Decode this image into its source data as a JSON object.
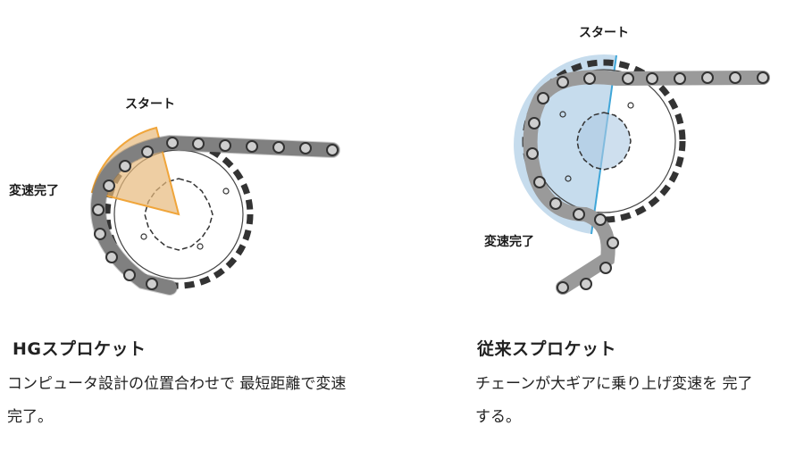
{
  "left": {
    "label_start": "スタート",
    "label_end": "変速完了",
    "title": "HGスプロケット",
    "desc_line1": "コンピュータ設計の位置合わせで 最短距離で変速",
    "desc_line2": "完了。",
    "sector_color": "#E7B97C",
    "sector_edge": "#F0A53A"
  },
  "right": {
    "label_start": "スタート",
    "label_end": "変速完了",
    "title": "従来スプロケット",
    "desc_line1": "チェーンが大ギアに乗り上げ変速を 完了",
    "desc_line2": "する。",
    "sector_color": "#BCD6EA",
    "sector_edge": "#3FA6D8"
  }
}
